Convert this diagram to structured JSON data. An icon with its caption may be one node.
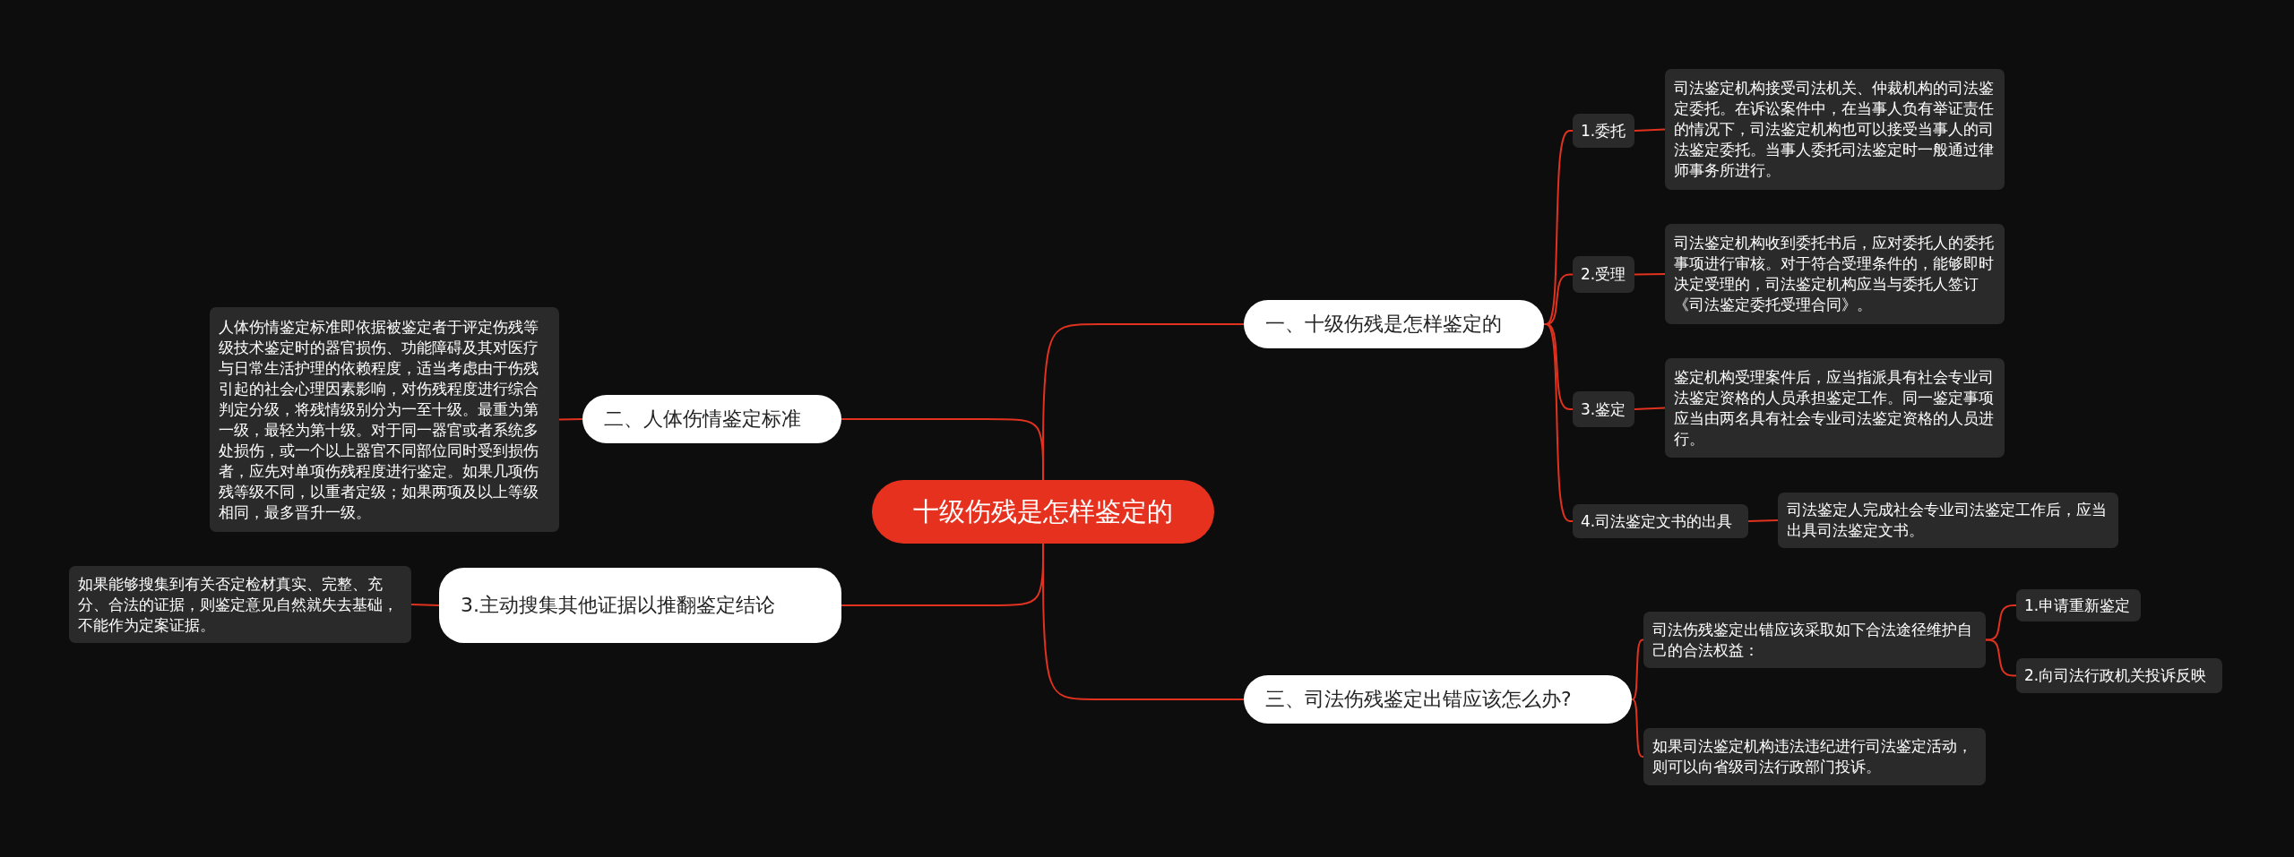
{
  "diagram": {
    "nodes": [
      {
        "text": [
          "十级伤残是怎样鉴定的"
        ]
      },
      {
        "text": [
          "一、十级伤残是怎样鉴定的"
        ]
      },
      {
        "text": [
          "1.委托"
        ]
      },
      {
        "text": [
          "司法鉴定机构接受司法机关、仲裁机构的司法鉴定委托。在诉讼案件中，在当事人负有举证责任的情况下，司法鉴定机构也可以接受当事人的司法鉴定委托。当事人委托司法鉴定时一般通过律师事务所进行。"
        ]
      },
      {
        "text": [
          "2.受理"
        ]
      },
      {
        "text": [
          "司法鉴定机构收到委托书后，应对委托人的委托事项进行审核。对于符合受理条件的，能够即时决定受理的，司法鉴定机构应当与委托人签订《司法鉴定委托受理合同》。"
        ]
      },
      {
        "text": [
          "3.鉴定"
        ]
      },
      {
        "text": [
          "鉴定机构受理案件后，应当指派具有社会专业司法鉴定资格的人员承担鉴定工作。同一鉴定事项应当由两名具有社会专业司法鉴定资格的人员进行。"
        ]
      },
      {
        "text": [
          "4.司法鉴定文书的出具"
        ]
      },
      {
        "text": [
          "司法鉴定人完成社会专业司法鉴定工作后，应当出具司法鉴定文书。"
        ]
      },
      {
        "text": [
          "二、人体伤情鉴定标准"
        ]
      },
      {
        "text": [
          "人体伤情鉴定标准即依据被鉴定者于评定伤残等级技术鉴定时的器官损伤、功能障碍及其对医疗与日常生活护理的依赖程度，适当考虑由于伤残引起的社会心理因素影响，对伤残程度进行综合判定分级，将残情级别分为一至十级。最重为第一级，最轻为第十级。对于同一器官或者系统多处损伤，或一个以上器官不同部位同时受到损伤者，应先对单项伤残程度进行鉴定。如果几项伤残等级不同，以重者定级；如果两项及以上等级相同，最多晋升一级。"
        ]
      },
      {
        "text": [
          "3.主动搜集其他证据以推翻鉴定结论"
        ]
      },
      {
        "text": [
          "如果能够搜集到有关否定检材真实、完整、充分、合法的证据，则鉴定意见自然就失去基础，不能作为定案证据。"
        ]
      },
      {
        "text": [
          "三、司法伤残鉴定出错应该怎么办?"
        ]
      },
      {
        "text": [
          "司法伤残鉴定出错应该采取如下合法途径维护自己的合法权益："
        ]
      },
      {
        "text": [
          "1.申请重新鉴定"
        ]
      },
      {
        "text": [
          "2.向司法行政机关投诉反映"
        ]
      },
      {
        "text": [
          "如果司法鉴定机构违法违纪进行司法鉴定活动，则可以向省级司法行政部门投诉。"
        ]
      }
    ],
    "edges": [
      {
        "from": 0,
        "to": 1,
        "arrow": "none"
      },
      {
        "from": 1,
        "to": 2,
        "arrow": "none"
      },
      {
        "from": 2,
        "to": 3,
        "arrow": "none"
      },
      {
        "from": 1,
        "to": 4,
        "arrow": "none"
      },
      {
        "from": 4,
        "to": 5,
        "arrow": "none"
      },
      {
        "from": 1,
        "to": 6,
        "arrow": "none"
      },
      {
        "from": 6,
        "to": 7,
        "arrow": "none"
      },
      {
        "from": 1,
        "to": 8,
        "arrow": "none"
      },
      {
        "from": 8,
        "to": 9,
        "arrow": "none"
      },
      {
        "from": 0,
        "to": 10,
        "arrow": "none"
      },
      {
        "from": 10,
        "to": 11,
        "arrow": "none"
      },
      {
        "from": 0,
        "to": 12,
        "arrow": "none"
      },
      {
        "from": 12,
        "to": 13,
        "arrow": "none"
      },
      {
        "from": 0,
        "to": 14,
        "arrow": "none"
      },
      {
        "from": 14,
        "to": 15,
        "arrow": "none"
      },
      {
        "from": 15,
        "to": 16,
        "arrow": "none"
      },
      {
        "from": 15,
        "to": 17,
        "arrow": "none"
      },
      {
        "from": 14,
        "to": 18,
        "arrow": "none"
      }
    ]
  }
}
